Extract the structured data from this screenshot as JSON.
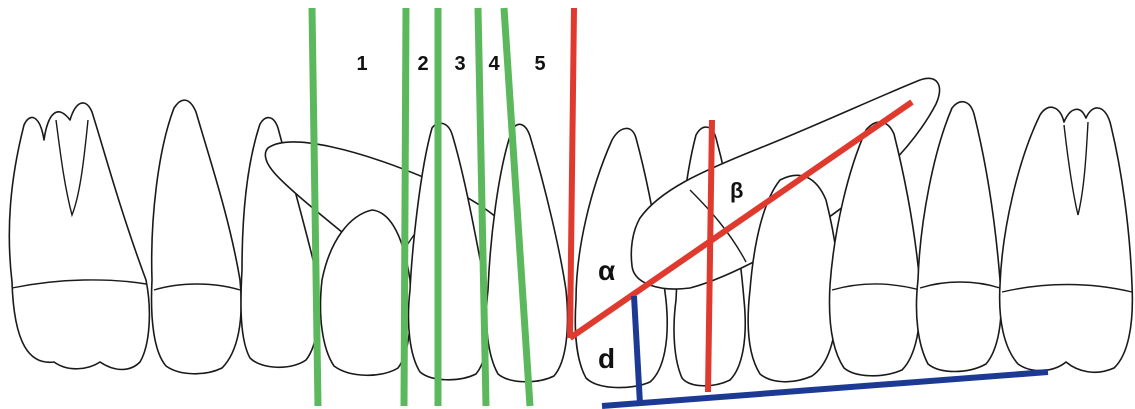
{
  "zone_labels": [
    "1",
    "2",
    "3",
    "4",
    "5"
  ],
  "angle_labels": {
    "alpha": "α",
    "beta": "β"
  },
  "distance_label": "d",
  "colors": {
    "zone_lines": "#5cb85c",
    "angle_lines": "#e03a2f",
    "distance_lines": "#1c3a94",
    "outline": "#1a1a1a"
  }
}
